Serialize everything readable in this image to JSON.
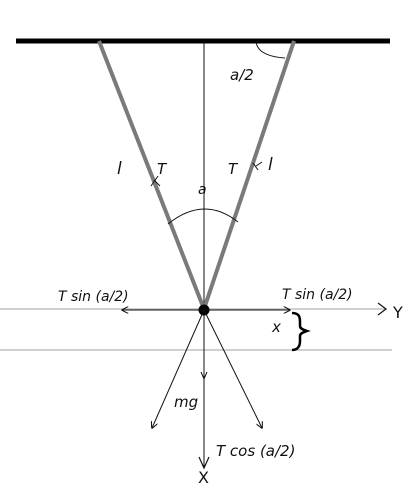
{
  "labels": {
    "angle_top": "a/2",
    "left_length": "l",
    "left_tension": "T",
    "right_tension": "T",
    "right_length": "l",
    "apex_angle": "a",
    "left_component": "T sin (a/2)",
    "right_component": "T sin (a/2)",
    "y_axis": "Y",
    "x_displacement": "x",
    "weight": "mg",
    "vertical_component": "T cos (a/2)",
    "x_axis": "X"
  },
  "colors": {
    "ink": "#111111",
    "rod": "#7a7a7a",
    "guide": "#b4b4b4",
    "ceiling": "#000000"
  }
}
